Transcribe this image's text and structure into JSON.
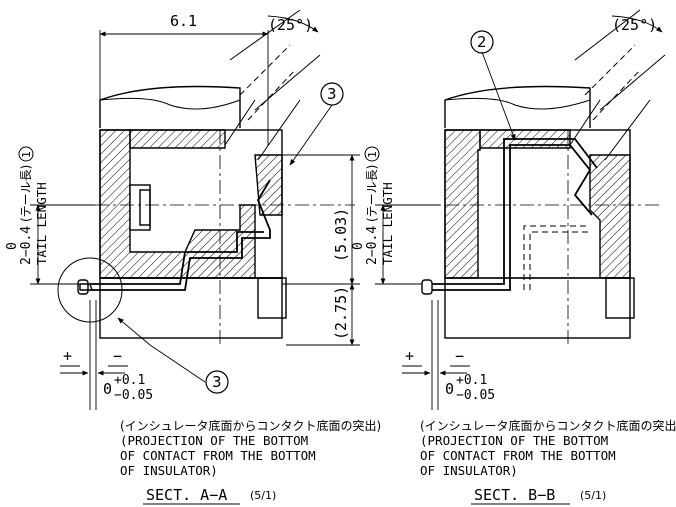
{
  "section_a": {
    "dim_top": "6.1",
    "angle": "(25°)",
    "callout_top": "3",
    "callout_bottom": "3",
    "dim_mid": "(5.03)",
    "dim_low": "(2.75)",
    "tail_zero": "0",
    "tail_tol": "2−0.4",
    "tail_jp": "(テール長)",
    "tail_callout": "1",
    "tail_en": "TAIL LENGTH",
    "plus": "+",
    "minus": "−",
    "proj_base": "0",
    "proj_upper": "+0.1",
    "proj_lower": "−0.05",
    "caption_jp": "(インシュレータ底面からコンタクト底面の突出)",
    "caption_en_1": "(PROJECTION OF THE BOTTOM",
    "caption_en_2": "OF CONTACT FROM THE BOTTOM",
    "caption_en_3": "OF INSULATOR)",
    "title": "SECT. A−A",
    "scale": "(5/1)"
  },
  "section_b": {
    "angle": "(25°)",
    "callout_top": "2",
    "tail_zero": "0",
    "tail_tol": "2−0.4",
    "tail_jp": "(テール長)",
    "tail_callout": "1",
    "tail_en": "TAIL LENGTH",
    "plus": "+",
    "minus": "−",
    "proj_base": "0",
    "proj_upper": "+0.1",
    "proj_lower": "−0.05",
    "caption_jp": "(インシュレータ底面からコンタクト底面の突出)",
    "caption_en_1": "(PROJECTION OF THE BOTTOM",
    "caption_en_2": "OF CONTACT FROM THE BOTTOM",
    "caption_en_3": "OF INSULATOR)",
    "title": "SECT. B−B",
    "scale": "(5/1)"
  }
}
